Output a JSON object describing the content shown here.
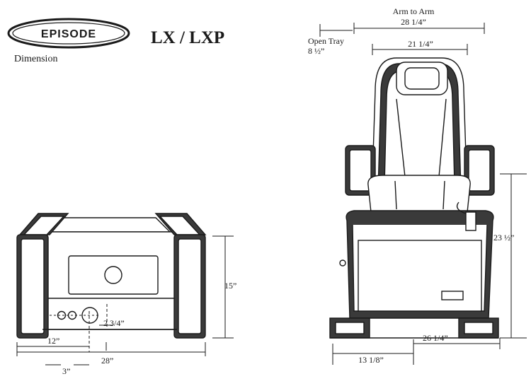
{
  "brand": {
    "logo_text": "EPISODE",
    "model": "LX / LXP",
    "subtitle": "Dimension"
  },
  "front_view_dimensions": {
    "height": "15”",
    "outlet_height": "2 3/4”",
    "outlet_offset": "12”",
    "overall_width": "28”",
    "outlet_spacing": "3”"
  },
  "chair_view_dimensions": {
    "arm_to_arm_label": "Arm to Arm",
    "arm_to_arm": "28 1/4”",
    "open_tray_label": "Open Tray",
    "open_tray": "8 ½”",
    "inner_width": "21 1/4”",
    "side_height": "23 ½”",
    "base_width": "26 1/4”",
    "base_depth": "13 1/8”"
  },
  "colors": {
    "line": "#1a1a1a",
    "fill_dark": "#3a3a3a",
    "fill_light": "#ffffff"
  }
}
